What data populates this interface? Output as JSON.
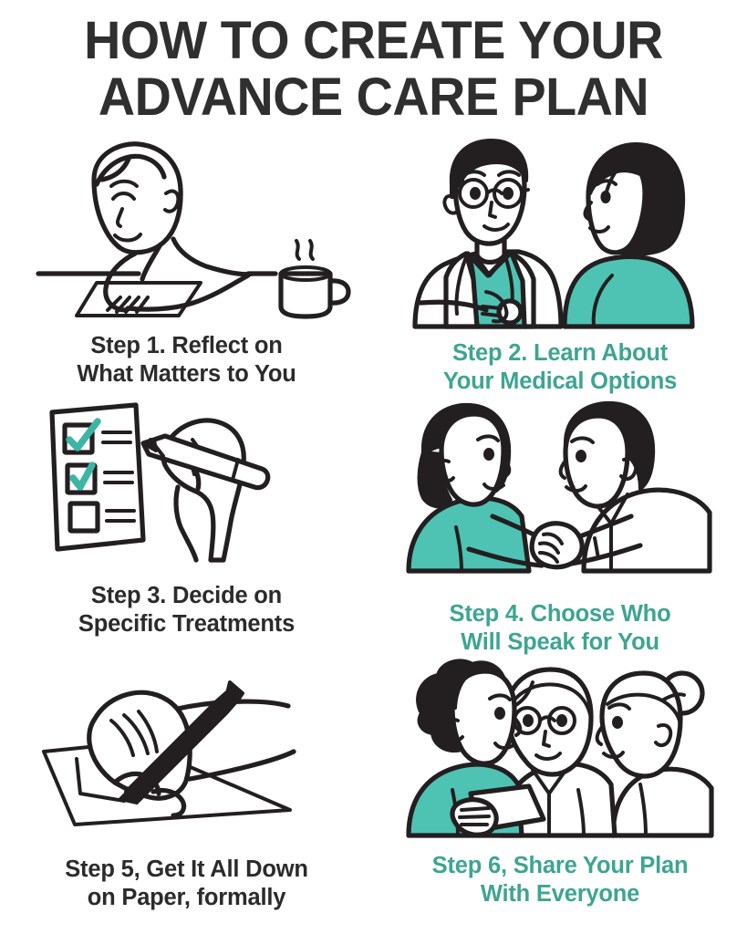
{
  "title": {
    "line1": "HOW TO CREATE YOUR",
    "line2": "ADVANCE CARE PLAN"
  },
  "colors": {
    "title_text": "#2f2f2f",
    "dark_text": "#2b2b2b",
    "teal_text": "#3da592",
    "teal_fill": "#4ec3b4",
    "check_teal": "#3db5a5",
    "line_art": "#231f20",
    "background": "#ffffff"
  },
  "steps": [
    {
      "number": "1",
      "caption": "Step 1. Reflect on\nWhat Matters to You",
      "caption_color": "dark",
      "illustration": "person-resting-head-at-table-with-paper-and-mug"
    },
    {
      "number": "2",
      "caption": "Step 2. Learn About\nYour Medical Options",
      "caption_color": "teal",
      "illustration": "doctor-with-stethoscope-talking-to-patient"
    },
    {
      "number": "3",
      "caption": "Step 3. Decide on\nSpecific Treatments",
      "caption_color": "dark",
      "illustration": "hand-with-pen-checking-checklist-form"
    },
    {
      "number": "4",
      "caption": "Step 4. Choose Who\nWill Speak for You",
      "caption_color": "teal",
      "illustration": "two-people-holding-hands"
    },
    {
      "number": "5",
      "caption": "Step 5, Get It All Down\non Paper, formally",
      "caption_color": "dark",
      "illustration": "hand-writing-with-pen-on-paper"
    },
    {
      "number": "6",
      "caption": "Step 6, Share Your Plan\nWith Everyone",
      "caption_color": "teal",
      "illustration": "person-sharing-document-with-two-others"
    }
  ]
}
